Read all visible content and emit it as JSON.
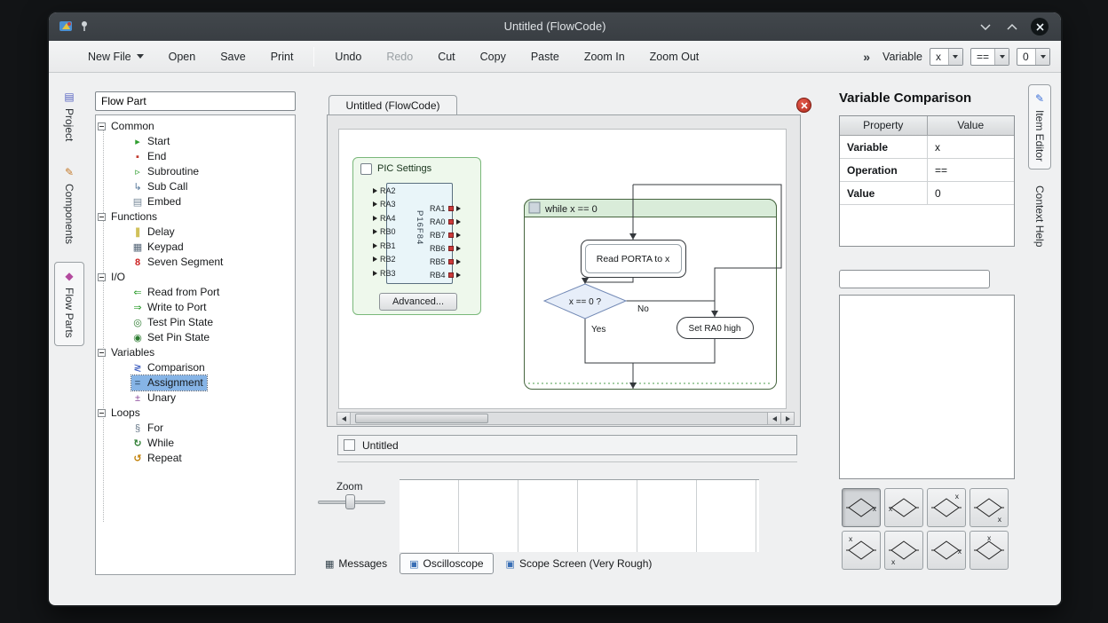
{
  "window": {
    "title": "Untitled (FlowCode)"
  },
  "toolbar": {
    "new_file": "New File",
    "open": "Open",
    "save": "Save",
    "print": "Print",
    "undo": "Undo",
    "redo": "Redo",
    "cut": "Cut",
    "copy": "Copy",
    "paste": "Paste",
    "zoom_in": "Zoom In",
    "zoom_out": "Zoom Out",
    "overflow": "»",
    "variable_label": "Variable",
    "variable_combo": "x",
    "operator_combo": "==",
    "value_combo": "0"
  },
  "left_tabs": [
    {
      "label": "Project",
      "icon": "project-icon",
      "glyph": "▤"
    },
    {
      "label": "Components",
      "icon": "components-icon",
      "glyph": "✎"
    },
    {
      "label": "Flow Parts",
      "icon": "flow-parts-icon",
      "glyph": "◆"
    }
  ],
  "flowparts": {
    "filter_value": "Flow Part"
  },
  "tree": [
    {
      "label": "Common"
    },
    {
      "label": "Start",
      "icon": "start-icon",
      "glyph": "▸"
    },
    {
      "label": "End",
      "icon": "end-icon",
      "glyph": "▪"
    },
    {
      "label": "Subroutine",
      "icon": "subroutine-icon",
      "glyph": "▹"
    },
    {
      "label": "Sub Call",
      "icon": "sub-call-icon",
      "glyph": "↳"
    },
    {
      "label": "Embed",
      "icon": "embed-icon",
      "glyph": "▤"
    },
    {
      "label": "Functions"
    },
    {
      "label": "Delay",
      "icon": "delay-icon",
      "glyph": "∥"
    },
    {
      "label": "Keypad",
      "icon": "keypad-icon",
      "glyph": "▦"
    },
    {
      "label": "Seven Segment",
      "icon": "seven-segment-icon",
      "glyph": "8"
    },
    {
      "label": "I/O"
    },
    {
      "label": "Read from Port",
      "icon": "read-port-icon",
      "glyph": "⇐"
    },
    {
      "label": "Write to Port",
      "icon": "write-port-icon",
      "glyph": "⇒"
    },
    {
      "label": "Test Pin State",
      "icon": "test-pin-icon",
      "glyph": "◎"
    },
    {
      "label": "Set Pin State",
      "icon": "set-pin-icon",
      "glyph": "◉"
    },
    {
      "label": "Variables"
    },
    {
      "label": "Comparison",
      "icon": "comparison-icon",
      "glyph": "≷"
    },
    {
      "label": "Assignment",
      "icon": "assignment-icon",
      "glyph": "="
    },
    {
      "label": "Unary",
      "icon": "unary-icon",
      "glyph": "±"
    },
    {
      "label": "Loops"
    },
    {
      "label": "For",
      "icon": "for-loop-icon",
      "glyph": "§"
    },
    {
      "label": "While",
      "icon": "while-loop-icon",
      "glyph": "↻"
    },
    {
      "label": "Repeat",
      "icon": "repeat-loop-icon",
      "glyph": "↺"
    }
  ],
  "canvas": {
    "tab_label": "Untitled (FlowCode)",
    "page_label": "Untitled"
  },
  "pic": {
    "title": "PIC Settings",
    "chip": "P16F84",
    "left_pins": [
      "RA2",
      "RA3",
      "RA4",
      "RB0",
      "RB1",
      "RB2",
      "RB3"
    ],
    "right_pins": [
      "RA1",
      "RA0",
      "RB7",
      "RB6",
      "RB5",
      "RB4"
    ],
    "advanced": "Advanced..."
  },
  "flow": {
    "while_label": "while x == 0",
    "read_label": "Read PORTA to x",
    "decision_label": "x == 0 ?",
    "yes_label": "Yes",
    "no_label": "No",
    "set_label": "Set RA0 high"
  },
  "bottom": {
    "zoom_label": "Zoom",
    "tabs": [
      {
        "label": "Messages"
      },
      {
        "label": "Oscilloscope"
      },
      {
        "label": "Scope Screen (Very Rough)"
      }
    ]
  },
  "item_editor": {
    "title": "Variable Comparison",
    "table": {
      "headers": [
        "Property",
        "Value"
      ],
      "rows": [
        [
          "Variable",
          "x"
        ],
        [
          "Operation",
          "=="
        ],
        [
          "Value",
          "0"
        ]
      ]
    },
    "op_buttons": [
      {
        "icon": "decision-x-right-icon",
        "mark": "x"
      },
      {
        "icon": "decision-x-left-icon",
        "mark": "x"
      },
      {
        "icon": "decision-x-top-right-icon",
        "mark": "x"
      },
      {
        "icon": "decision-x-bottom-right-icon",
        "mark": "x"
      },
      {
        "icon": "decision-x-top-left-icon",
        "mark": "x"
      },
      {
        "icon": "decision-x-bottom-left-icon",
        "mark": "x"
      },
      {
        "icon": "decision-x-right-2-icon",
        "mark": "x"
      },
      {
        "icon": "decision-x-top-icon",
        "mark": "x"
      }
    ]
  },
  "right_tabs": [
    {
      "label": "Item Editor",
      "icon": "item-editor-icon",
      "glyph": "✎"
    },
    {
      "label": "Context Help"
    }
  ],
  "colors": {
    "titlebar": "#3c4146",
    "selection_blue": "#86b4e6",
    "tab_close_red": "#b32f22",
    "while_header_green": "#d9ecd9",
    "pic_panel_green": "#eef8ec",
    "decision_fill_blue": "#e7eef9"
  }
}
